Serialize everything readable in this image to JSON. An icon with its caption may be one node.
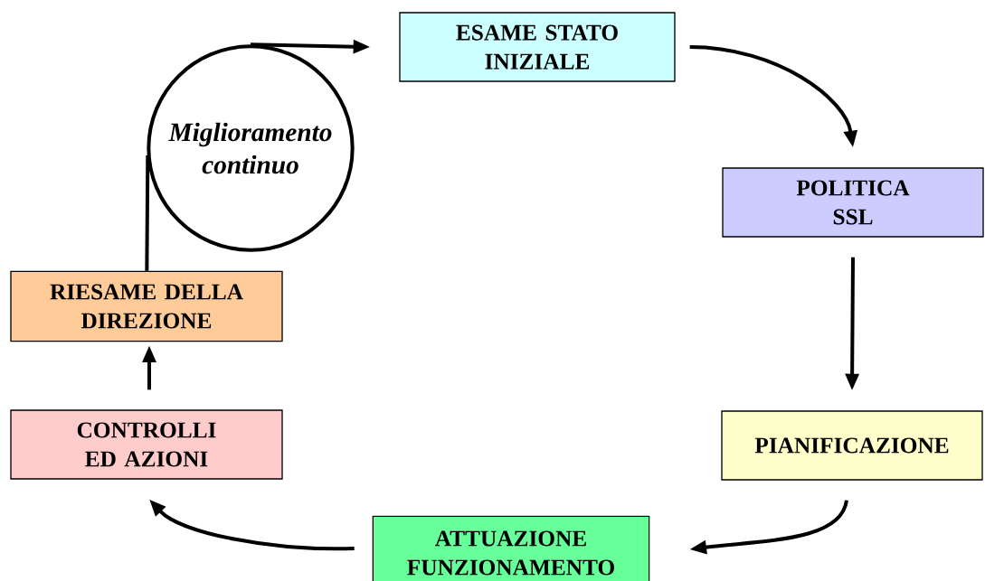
{
  "diagram": {
    "nodes": [
      {
        "text": [
          "ESAME STATO INIZIALE"
        ]
      },
      {
        "text": [
          "POLITICA SSL"
        ]
      },
      {
        "text": [
          "PIANIFICAZIONE"
        ]
      },
      {
        "text": [
          "ATTUAZIONE FUNZIONAMENTO"
        ]
      },
      {
        "text": [
          "CONTROLLI ED AZIONI"
        ]
      },
      {
        "text": [
          "RIESAME DELLA DIREZIONE"
        ]
      },
      {
        "text": [
          "Miglioramento continuo"
        ]
      }
    ],
    "edges": [
      {
        "from": 0,
        "to": 1,
        "arrow": "to"
      },
      {
        "from": 1,
        "to": 2,
        "arrow": "to"
      },
      {
        "from": 2,
        "to": 3,
        "arrow": "to"
      },
      {
        "from": 3,
        "to": 4,
        "arrow": "to"
      },
      {
        "from": 4,
        "to": 5,
        "arrow": "to"
      },
      {
        "from": 5,
        "to": 6,
        "arrow": "none"
      },
      {
        "from": 6,
        "to": 0,
        "arrow": "to"
      }
    ]
  }
}
